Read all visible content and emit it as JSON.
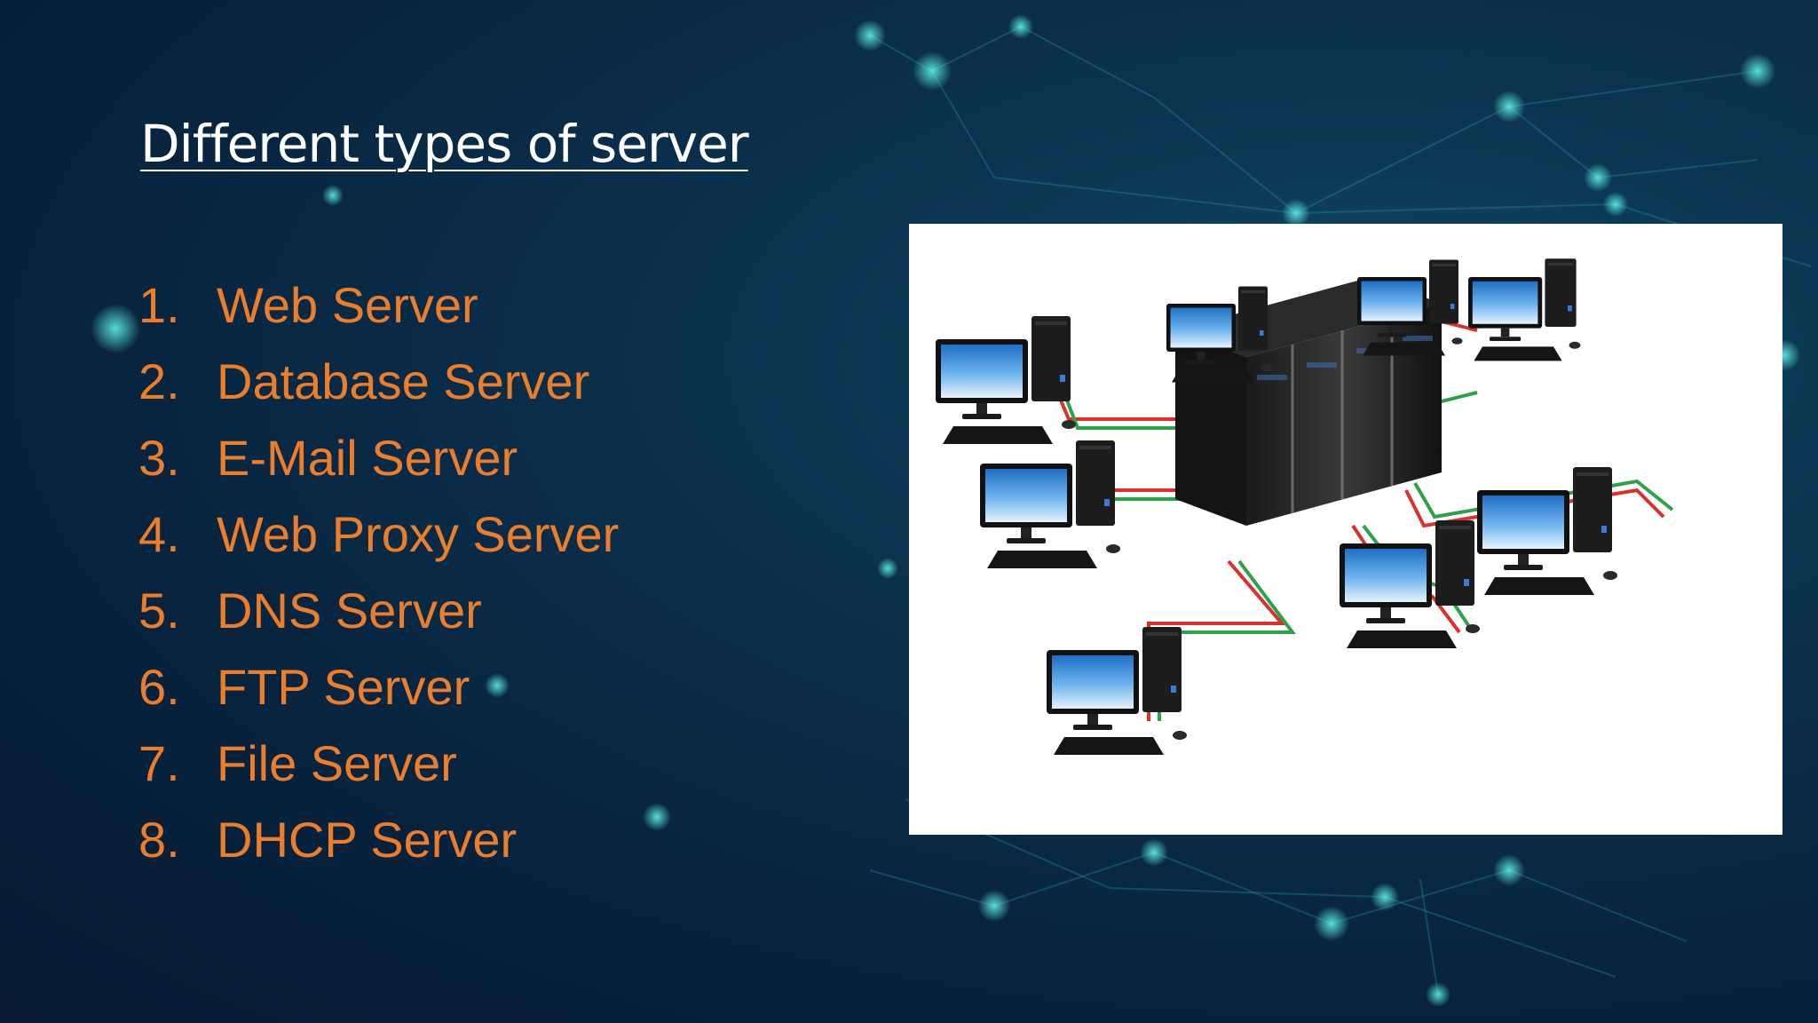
{
  "slide": {
    "title": "Different types of server",
    "items": [
      {
        "number": "1.",
        "label": "Web Server"
      },
      {
        "number": "2.",
        "label": "Database Server"
      },
      {
        "number": "3.",
        "label": "E-Mail Server"
      },
      {
        "number": "4.",
        "label": "Web Proxy Server"
      },
      {
        "number": "5.",
        "label": "DNS Server"
      },
      {
        "number": "6.",
        "label": "FTP Server"
      },
      {
        "number": "7.",
        "label": "File Server"
      },
      {
        "number": "8.",
        "label": "DHCP Server"
      }
    ],
    "colors": {
      "title": "#ffffff",
      "list_text": "#ea7e2c",
      "background": "#08243f"
    },
    "illustration": "server-network-icon"
  }
}
